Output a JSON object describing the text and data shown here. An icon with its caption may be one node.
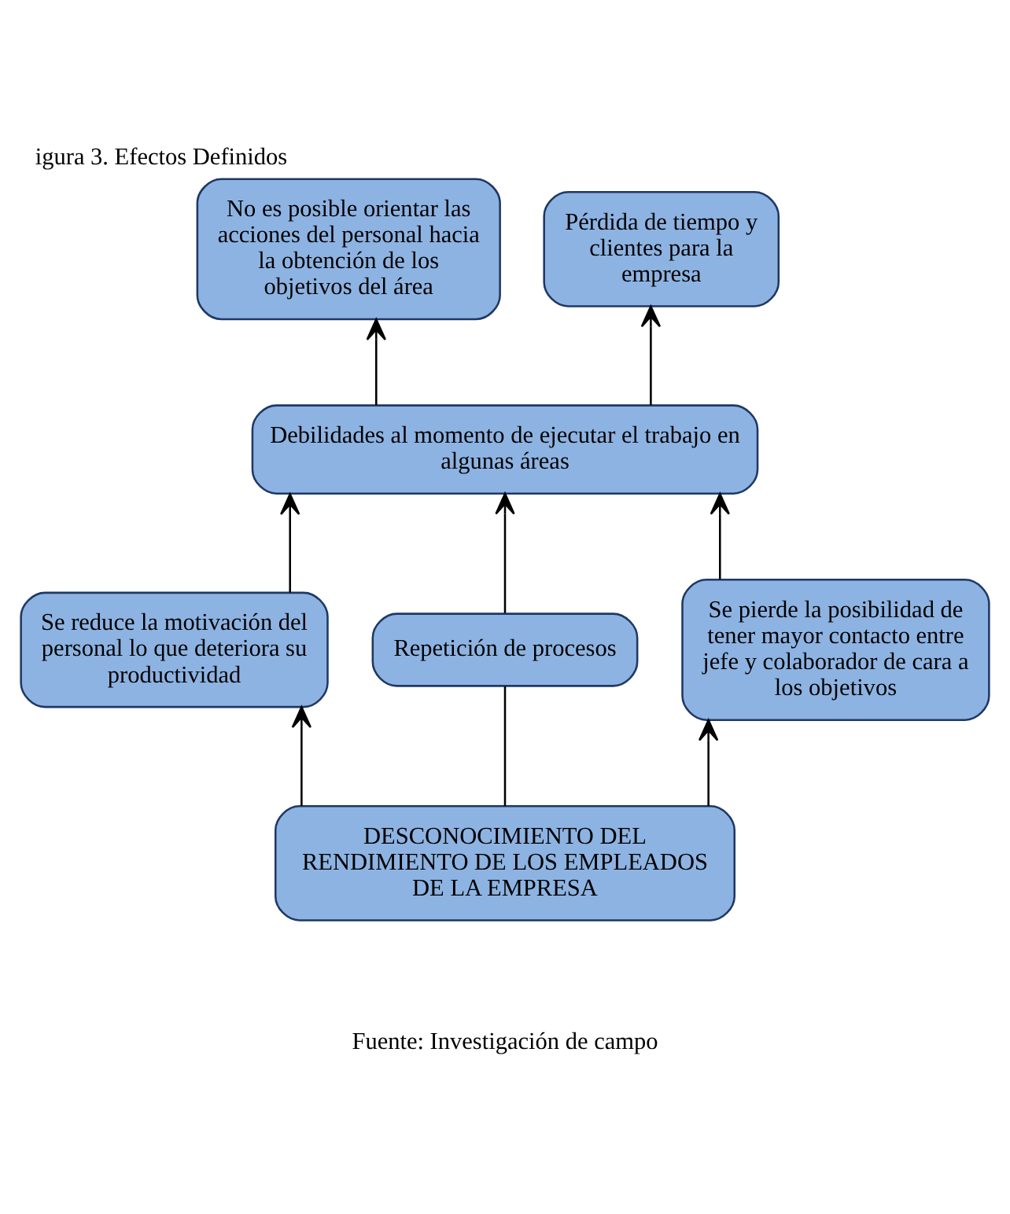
{
  "diagram": {
    "title": "igura 3. Efectos Definidos",
    "caption": "Fuente: Investigación de campo",
    "nodes": [
      {
        "text": [
          "No es posible orientar las acciones del personal hacia la obtención de los objetivos del área"
        ]
      },
      {
        "text": [
          "Pérdida de tiempo y clientes para la empresa"
        ]
      },
      {
        "text": [
          "Debilidades al momento de ejecutar el trabajo en algunas áreas"
        ]
      },
      {
        "text": [
          "Se reduce la motivación del personal lo que deteriora su productividad"
        ]
      },
      {
        "text": [
          "Repetición de procesos"
        ]
      },
      {
        "text": [
          "Se pierde la posibilidad de tener mayor contacto entre jefe y colaborador de cara a los objetivos"
        ]
      },
      {
        "text": [
          "DESCONOCIMIENTO DEL RENDIMIENTO DE LOS EMPLEADOS DE LA EMPRESA"
        ]
      }
    ],
    "edges": [
      {
        "from": 2,
        "to": 0,
        "arrow": "to"
      },
      {
        "from": 2,
        "to": 1,
        "arrow": "to"
      },
      {
        "from": 3,
        "to": 2,
        "arrow": "to"
      },
      {
        "from": 4,
        "to": 2,
        "arrow": "to"
      },
      {
        "from": 5,
        "to": 2,
        "arrow": "to"
      },
      {
        "from": 6,
        "to": 3,
        "arrow": "to"
      },
      {
        "from": 6,
        "to": 4,
        "arrow": "none"
      },
      {
        "from": 6,
        "to": 5,
        "arrow": "to"
      }
    ]
  }
}
